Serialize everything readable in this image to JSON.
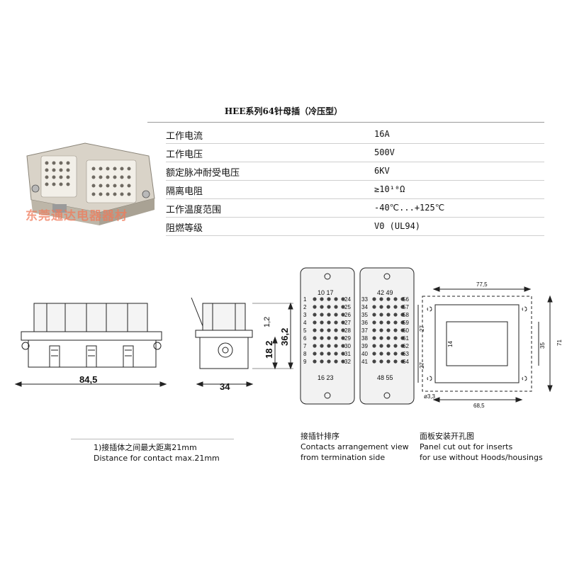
{
  "title": "HEE系列64针母插（冷压型）",
  "specs": [
    {
      "label": "工作电流",
      "value": "16A"
    },
    {
      "label": "工作电压",
      "value": "500V"
    },
    {
      "label": "额定脉冲耐受电压",
      "value": "6KV"
    },
    {
      "label": "隔离电阻",
      "value": "≥10¹⁰Ω"
    },
    {
      "label": "工作温度范围",
      "value": "-40℃...+125℃"
    },
    {
      "label": "阻燃等级",
      "value": "V0 (UL94)"
    }
  ],
  "watermark": "东莞通达电器器材",
  "dimensions": {
    "width_front": "84,5",
    "width_side": "34",
    "height_total": "36,2",
    "height_lower": "18 2",
    "height_top": "1,2",
    "panel_width": "77,5",
    "panel_inner": "68,5",
    "panel_height": "35",
    "panel_total": "71",
    "panel_upper": "27",
    "panel_mid": "14",
    "panel_lower": "27",
    "hole": "ø3,3"
  },
  "pin_labels": {
    "left_top": "10 17",
    "left_bottom": "16 23",
    "right_top": "42 49",
    "right_bottom": "48 55",
    "left_col_left": [
      "1",
      "2",
      "3",
      "4",
      "5",
      "6",
      "7",
      "8",
      "9"
    ],
    "left_col_right": [
      "24",
      "25",
      "26",
      "27",
      "28",
      "29",
      "30",
      "31",
      "32"
    ],
    "right_col_left": [
      "33",
      "34",
      "35",
      "36",
      "37",
      "38",
      "39",
      "40",
      "41"
    ],
    "right_col_right": [
      "56",
      "57",
      "58",
      "59",
      "60",
      "61",
      "62",
      "63",
      "64"
    ]
  },
  "captions": {
    "contact": [
      "1)接插体之间最大距离21mm",
      "Distance for contact max.21mm"
    ],
    "arrangement": [
      "接插针排序",
      "Contacts arrangement view",
      "from termination side"
    ],
    "panel": [
      "面板安装开孔图",
      "Panel cut out for inserts",
      "for use without Hoods/housings"
    ]
  }
}
